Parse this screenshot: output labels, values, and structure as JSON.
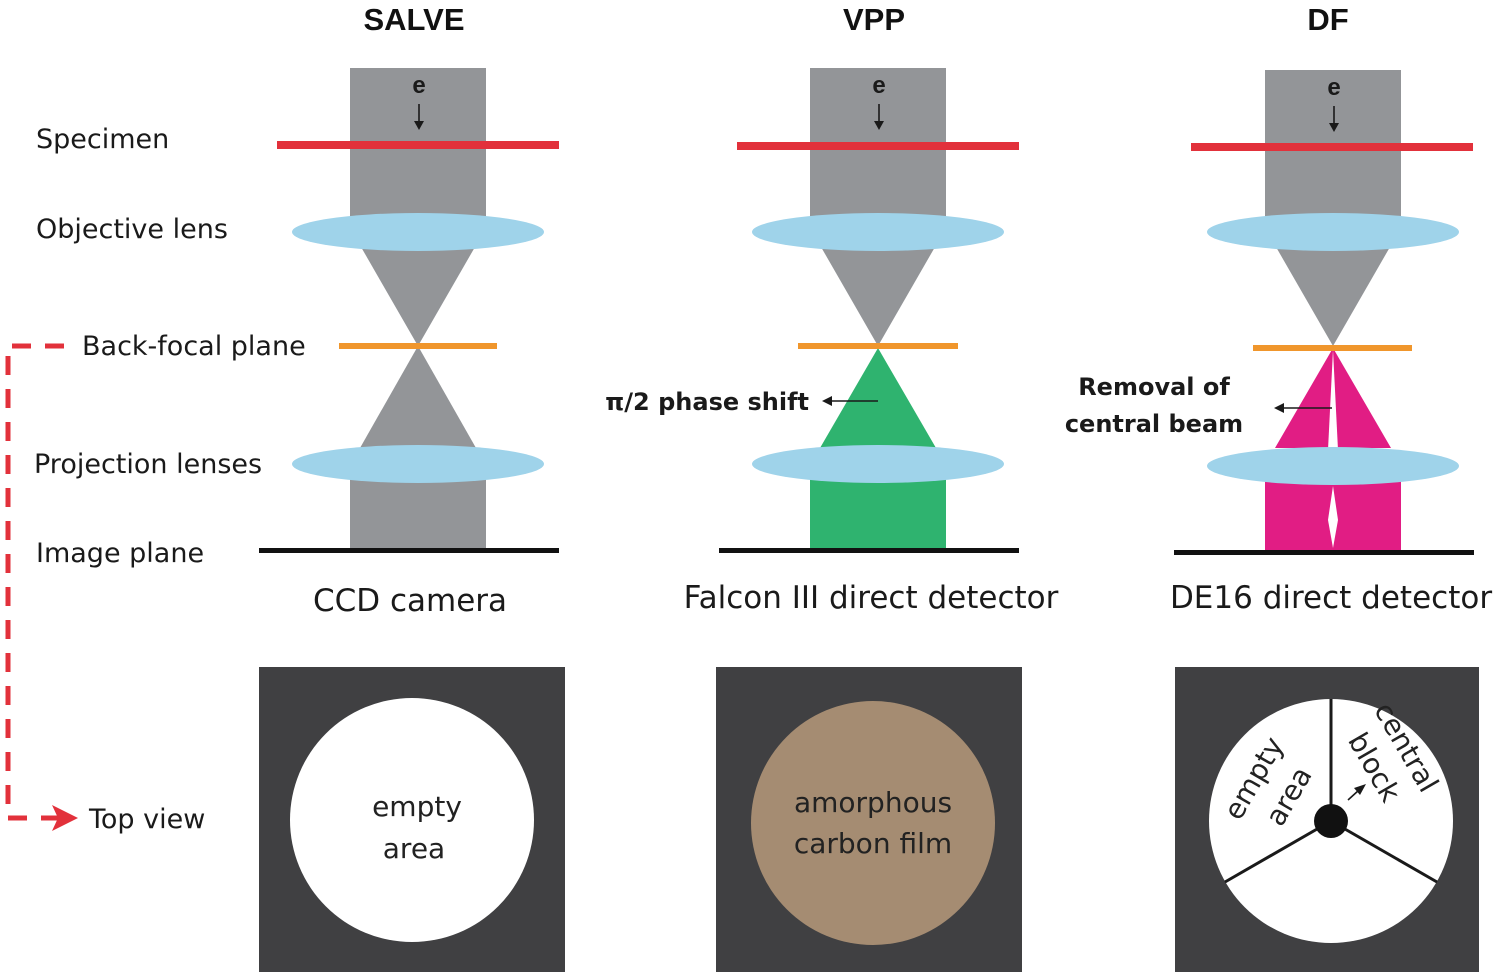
{
  "columns": [
    {
      "title": "SALVE",
      "detector": "CCD camera",
      "annotation": [],
      "top_view_text": [
        "empty",
        "area"
      ]
    },
    {
      "title": "VPP",
      "detector": "Falcon III direct detector",
      "annotation": [
        "π/2 phase shift"
      ],
      "top_view_text": [
        "amorphous",
        "carbon film"
      ]
    },
    {
      "title": "DF",
      "detector": "DE16 direct detector",
      "annotation": [
        "Removal of",
        "central beam"
      ],
      "top_view_text": [
        "empty",
        "area"
      ],
      "top_view_text_2": [
        "central",
        "block"
      ]
    }
  ],
  "row_labels": {
    "specimen": "Specimen",
    "objective_lens": "Objective lens",
    "back_focal_plane": "Back-focal plane",
    "projection_lenses": "Projection lenses",
    "image_plane": "Image plane",
    "top_view": "Top view"
  },
  "electron_label": "e",
  "colors": {
    "beam_gray": "#939598",
    "specimen_red": "#e2313b",
    "lens_blue": "#9fd3ea",
    "aperture_orange": "#f0962c",
    "phase_green": "#2fb36f",
    "darkfield_magenta": "#e11d84",
    "frame_dark": "#404042",
    "carbon_film": "#a58c72",
    "dashed_arrow_red": "#e2313b"
  }
}
